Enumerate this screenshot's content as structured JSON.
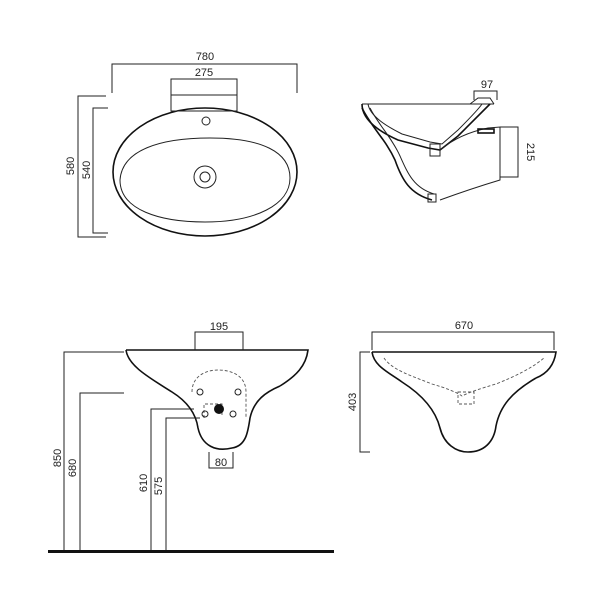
{
  "views": {
    "top": {
      "overall_width": "780",
      "deck_width": "275",
      "overall_depth": "580",
      "bowl_depth": "540"
    },
    "side": {
      "deck_depth": "97",
      "bracket_height": "215"
    },
    "front": {
      "fixing_spacing": "195",
      "rim_height": "850",
      "trap_height": "680",
      "fixing_height_upper": "610",
      "fixing_height_lower": "575",
      "trap_width": "80"
    },
    "rear": {
      "overall_width": "670",
      "overall_height": "403"
    }
  }
}
